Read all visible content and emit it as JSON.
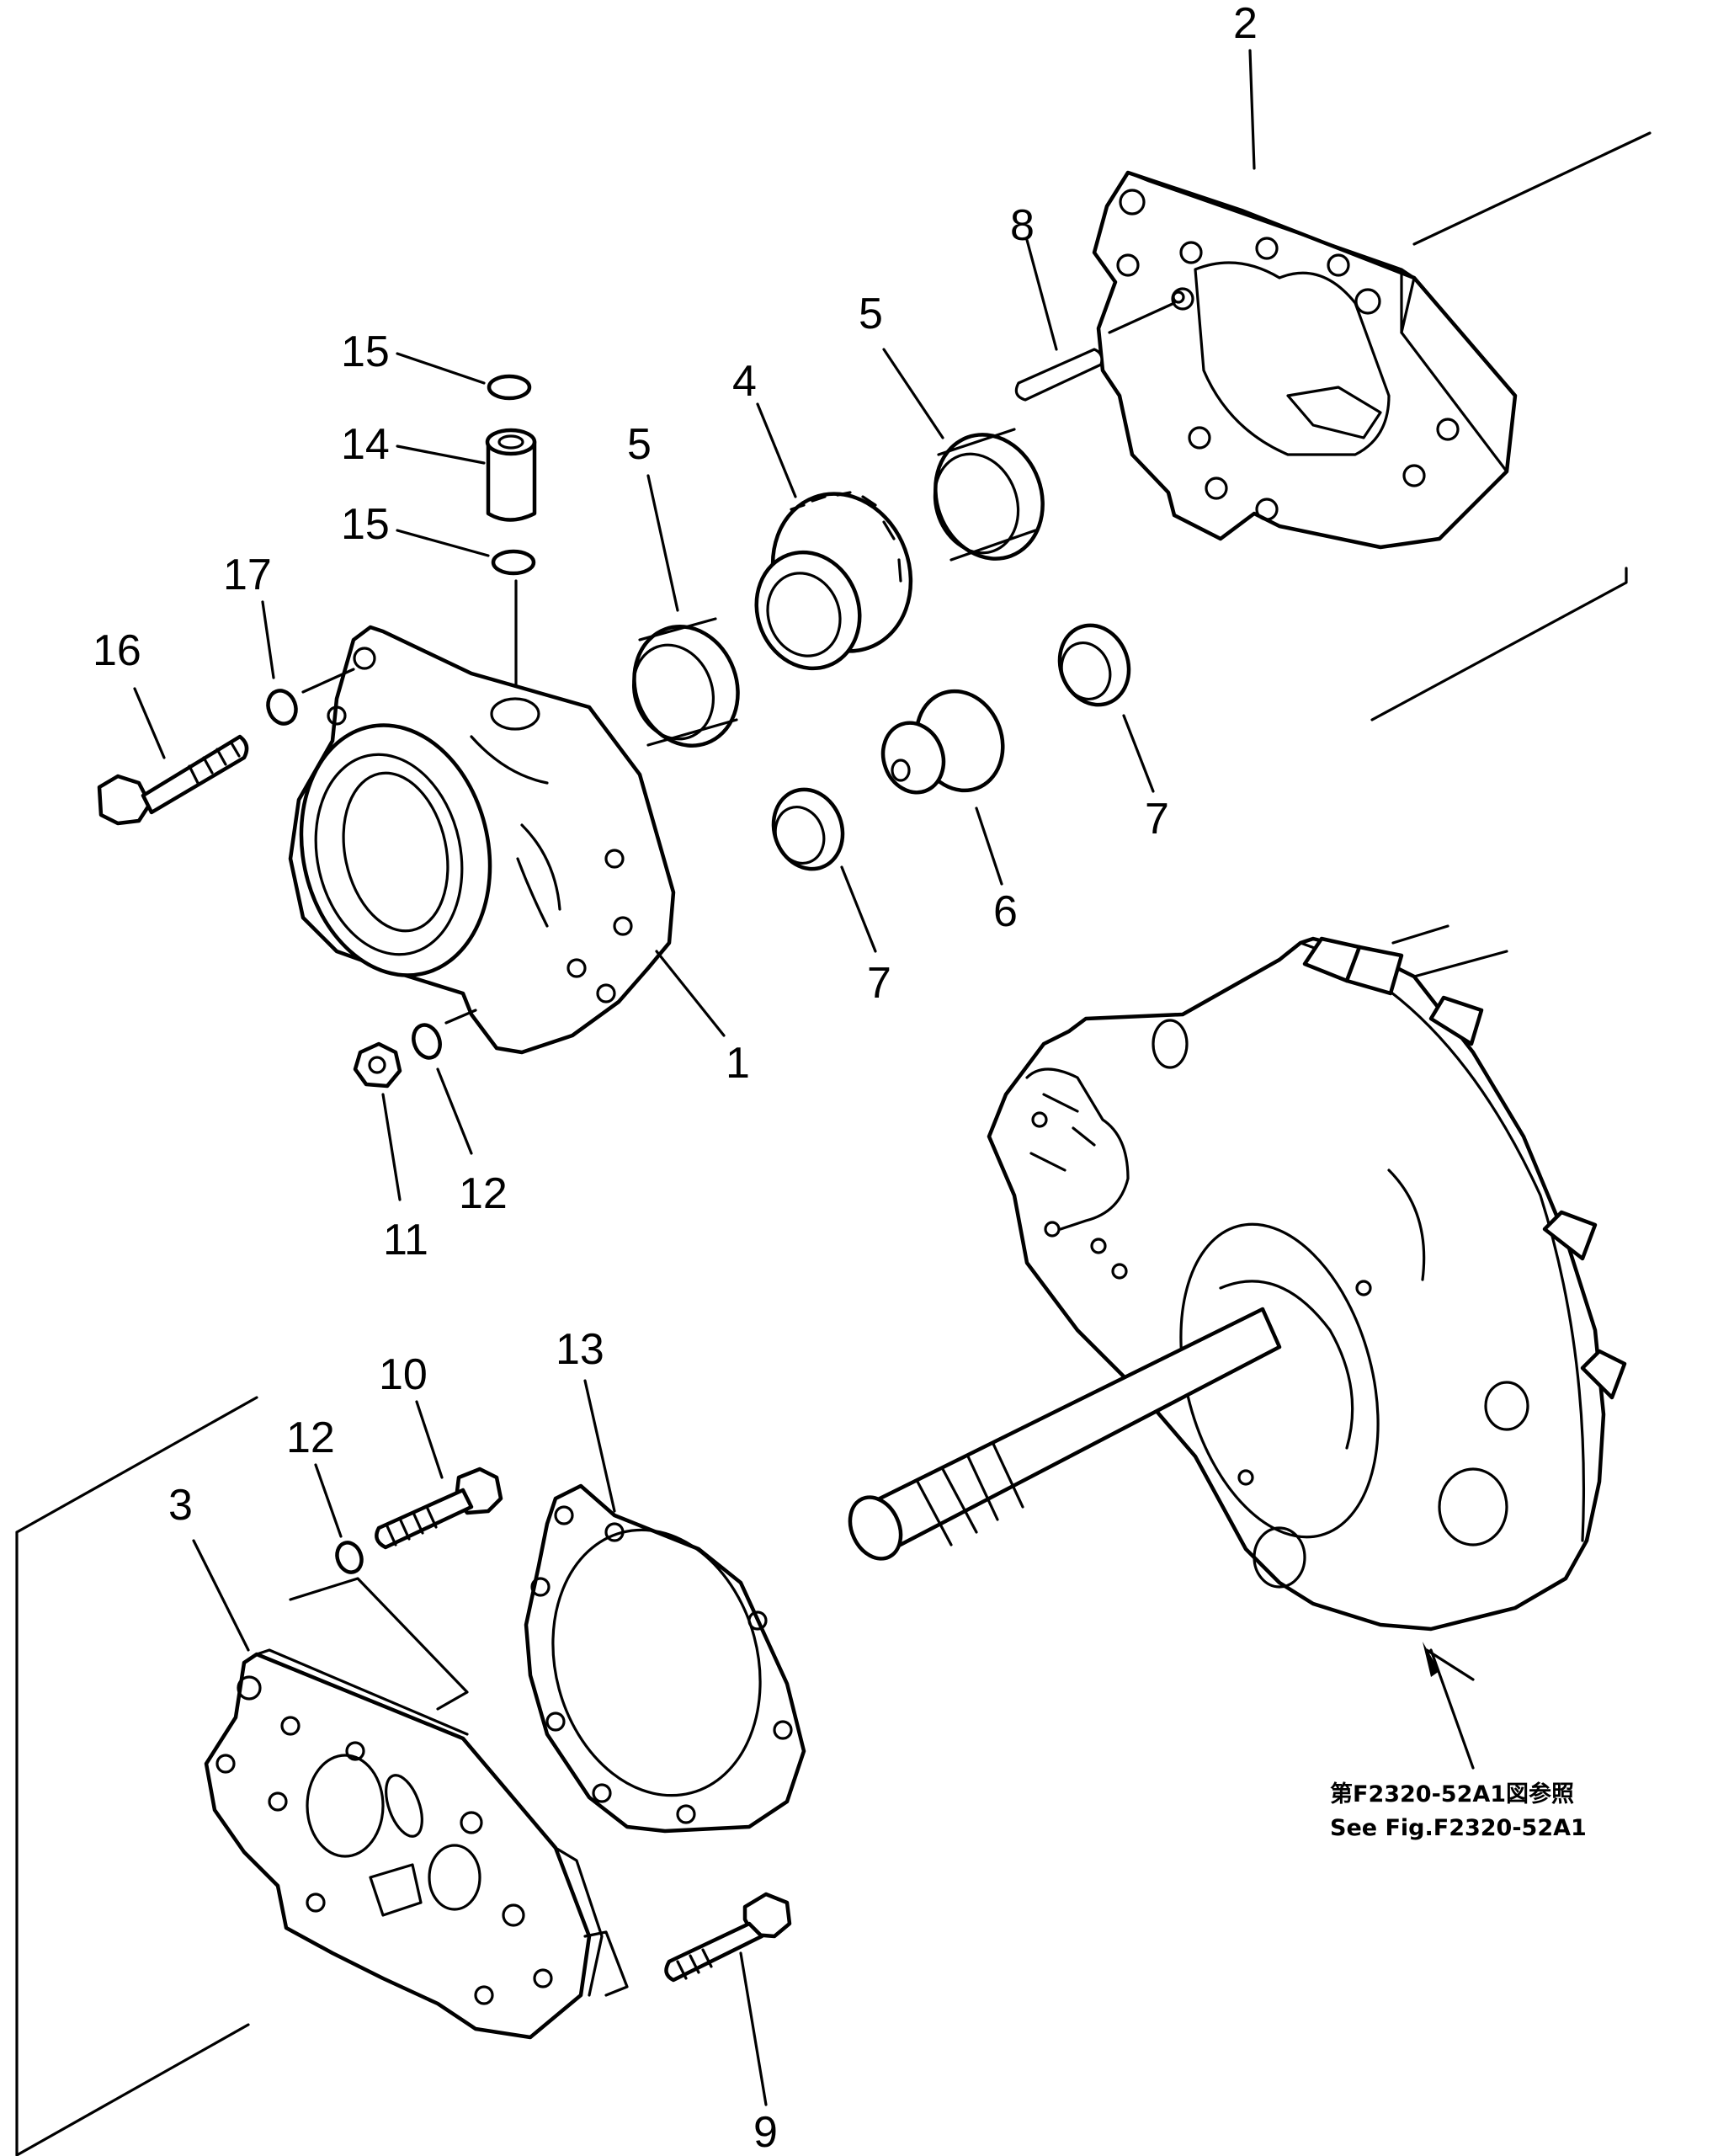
{
  "callouts": {
    "c1": "1",
    "c2": "2",
    "c3": "3",
    "c4": "4",
    "c5a": "5",
    "c5b": "5",
    "c6": "6",
    "c7a": "7",
    "c7b": "7",
    "c8": "8",
    "c9": "9",
    "c10": "10",
    "c11": "11",
    "c12a": "12",
    "c12b": "12",
    "c13": "13",
    "c14": "14",
    "c15a": "15",
    "c15b": "15",
    "c16": "16",
    "c17": "17"
  },
  "reference_note": {
    "line_jp": "第F2320-52A1図参照",
    "line_en": "See Fig.F2320-52A1"
  }
}
